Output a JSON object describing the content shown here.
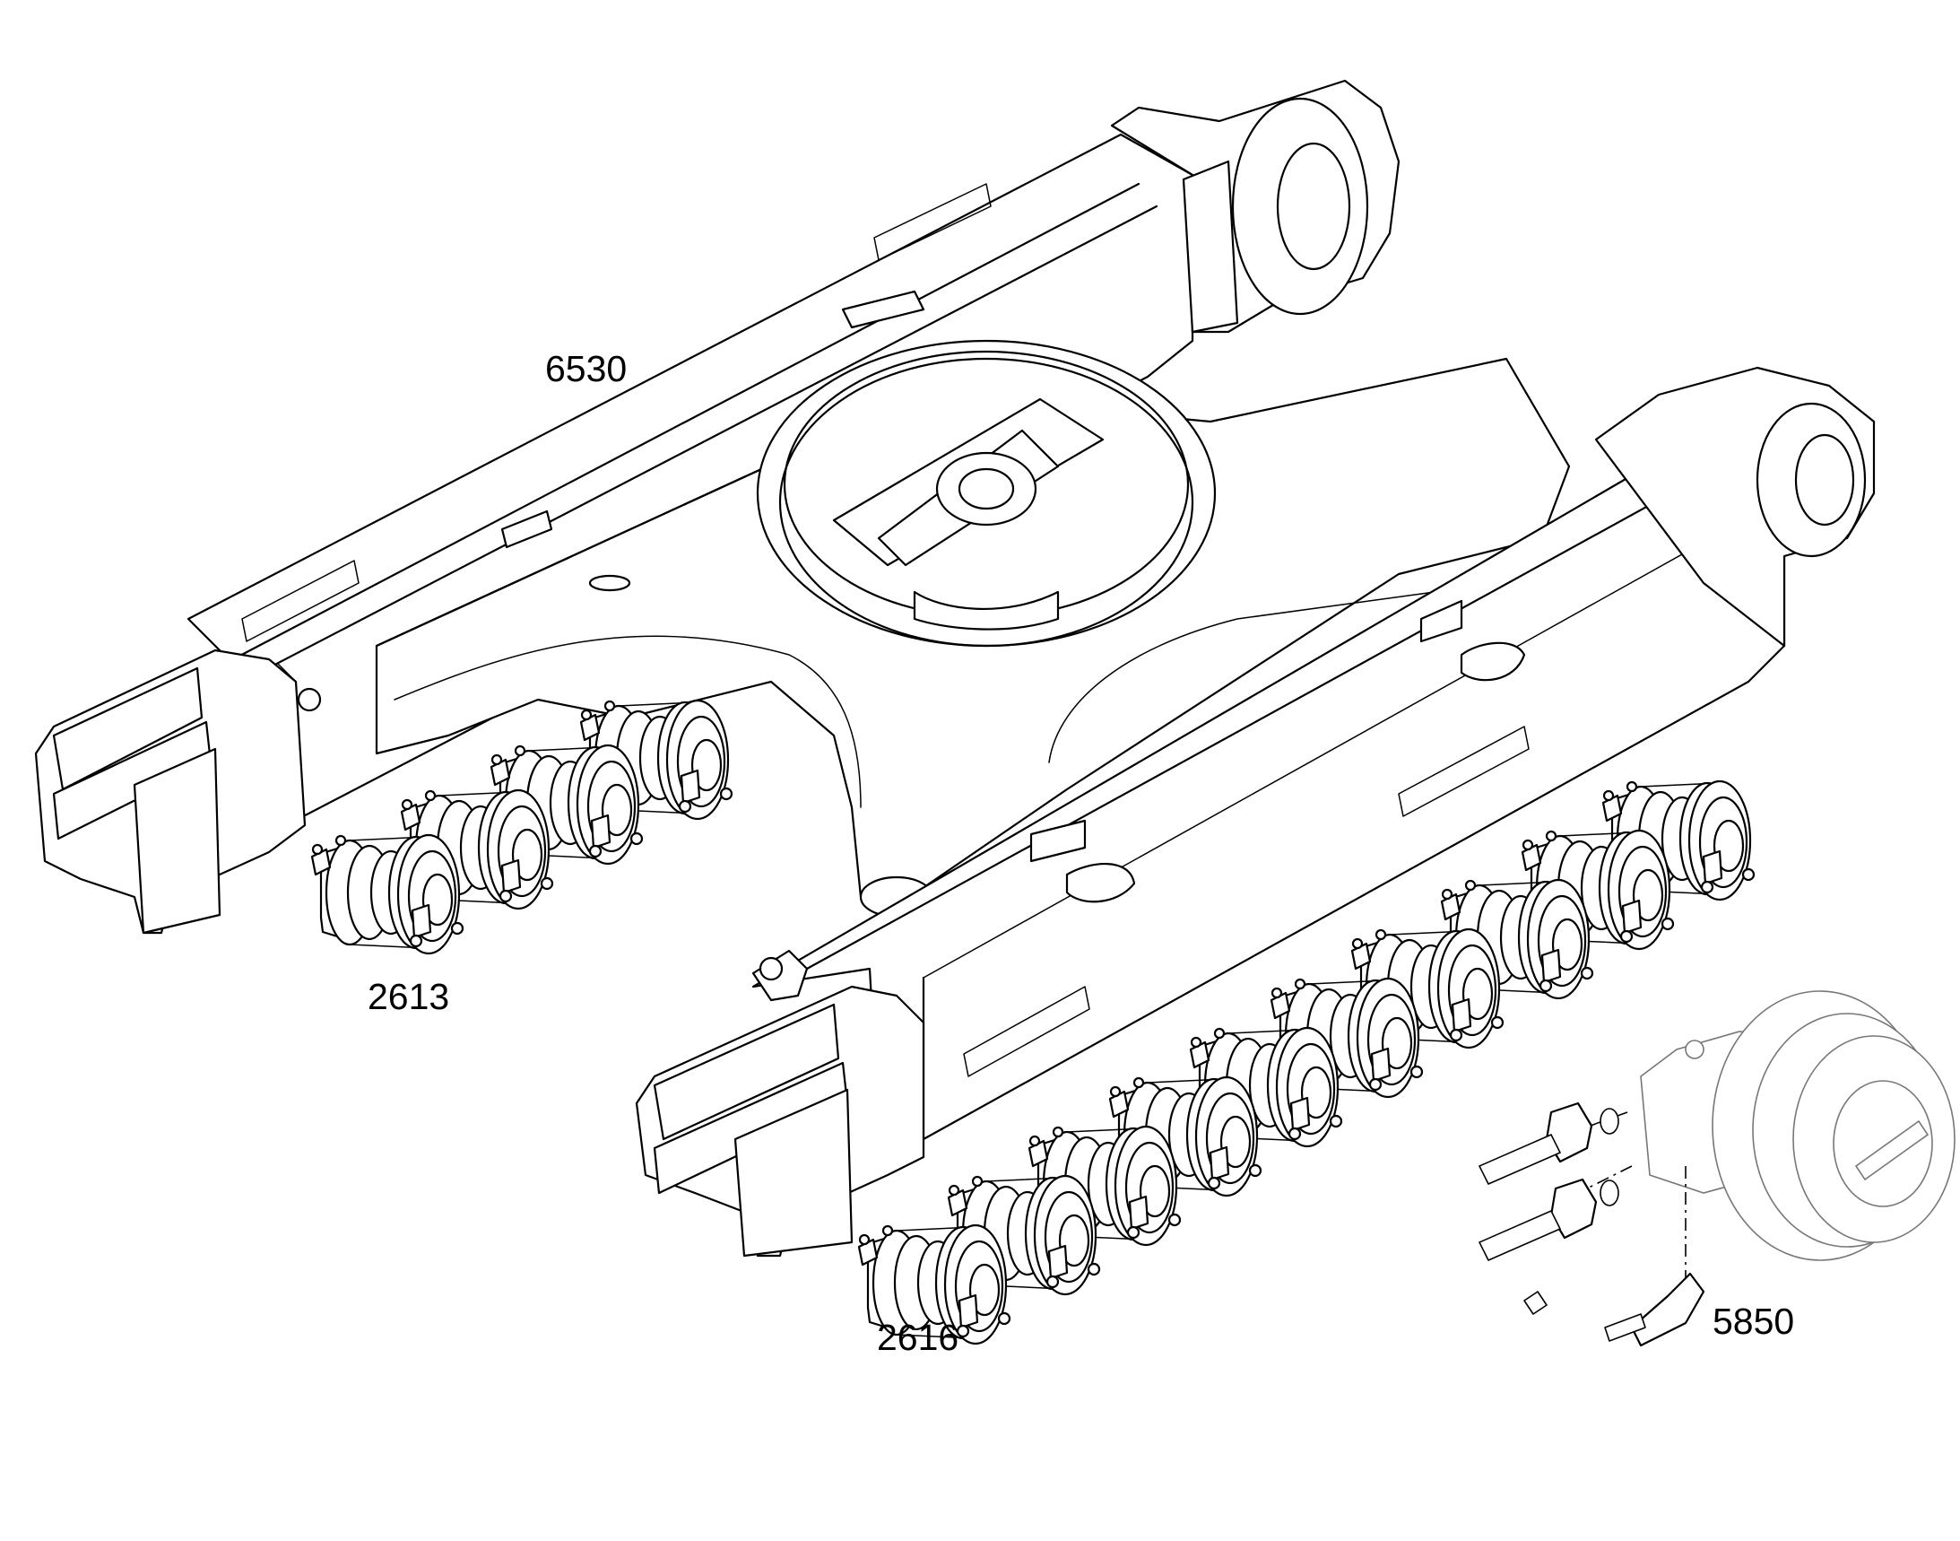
{
  "callouts": [
    {
      "id": "frame",
      "label": "6530"
    },
    {
      "id": "left-rollers",
      "label": "2613"
    },
    {
      "id": "right-rollers",
      "label": "2616"
    },
    {
      "id": "travel-motor",
      "label": "5850"
    }
  ]
}
